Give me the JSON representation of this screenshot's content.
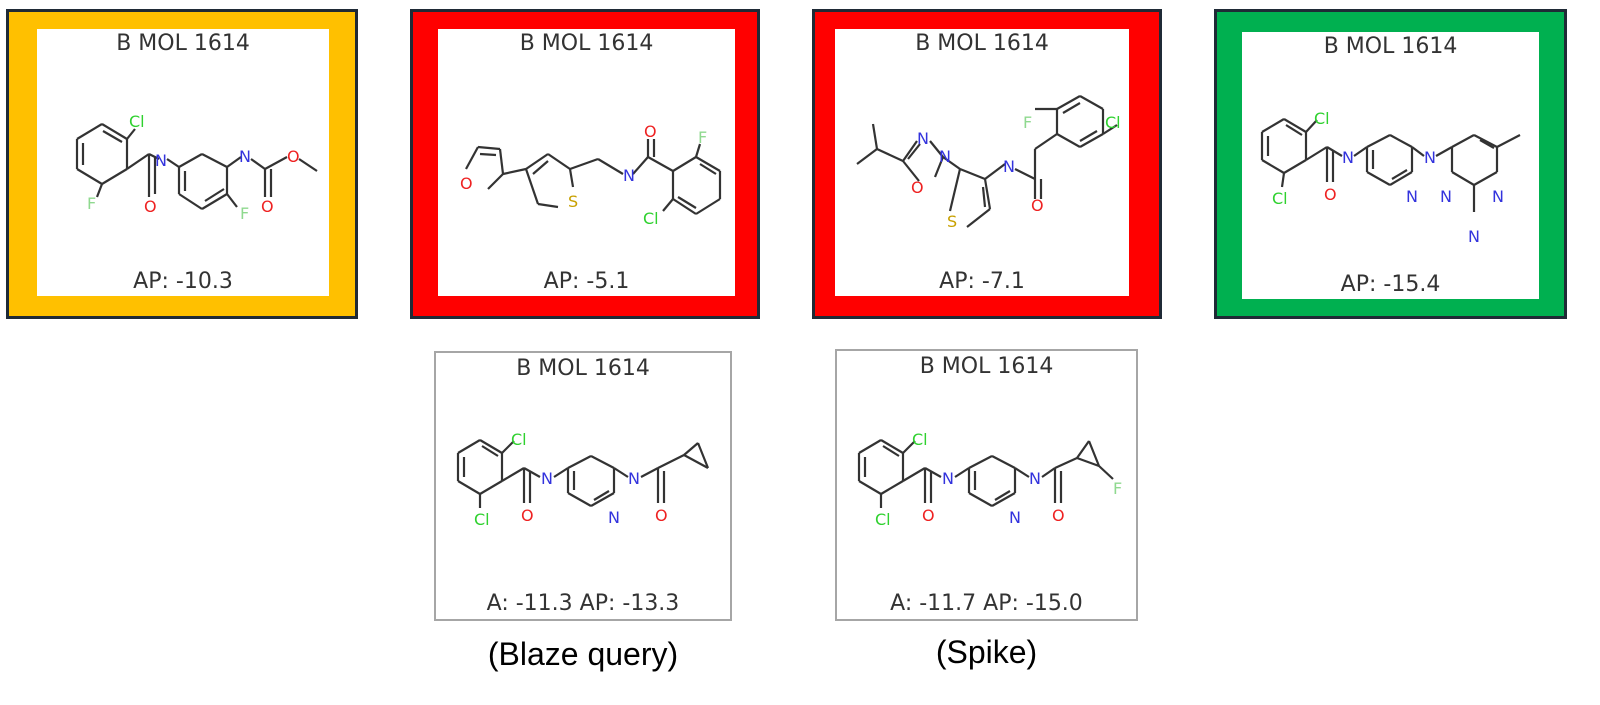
{
  "cards_top": [
    {
      "title": "B MOL 1614",
      "score": "AP: -10.3",
      "border": "#ffc000",
      "atoms": [
        "Cl",
        "N",
        "N",
        "O",
        "F",
        "O",
        "F",
        "O"
      ]
    },
    {
      "title": "B MOL 1614",
      "score": "AP: -5.1",
      "border": "#ff0000",
      "atoms": [
        "O",
        "F",
        "O",
        "N",
        "S",
        "Cl"
      ]
    },
    {
      "title": "B MOL 1614",
      "score": "AP: -7.1",
      "border": "#ff0000",
      "atoms": [
        "F",
        "Cl",
        "N",
        "N",
        "N",
        "O",
        "O",
        "S"
      ]
    },
    {
      "title": "B MOL 1614",
      "score": "AP: -15.4",
      "border": "#00b050",
      "atoms": [
        "Cl",
        "N",
        "N",
        "Cl",
        "O",
        "N",
        "N",
        "N",
        "N"
      ]
    }
  ],
  "cards_bottom": [
    {
      "title": "B MOL 1614",
      "score": "A: -11.3  AP: -13.3",
      "caption": "(Blaze query)",
      "atoms": [
        "Cl",
        "N",
        "N",
        "Cl",
        "O",
        "N",
        "O"
      ]
    },
    {
      "title": "B MOL 1614",
      "score": "A: -11.7  AP: -15.0",
      "caption": "(Spike)",
      "atoms": [
        "Cl",
        "N",
        "N",
        "Cl",
        "O",
        "N",
        "O",
        "F"
      ]
    }
  ],
  "colors": {
    "frame": "#1f2a36",
    "plain_border": "#a6a6a6",
    "Cl": "#2fd12f",
    "F": "#8fd98f",
    "N": "#3333dd",
    "O": "#ee2222",
    "S": "#c8a000",
    "bond": "#333333"
  }
}
